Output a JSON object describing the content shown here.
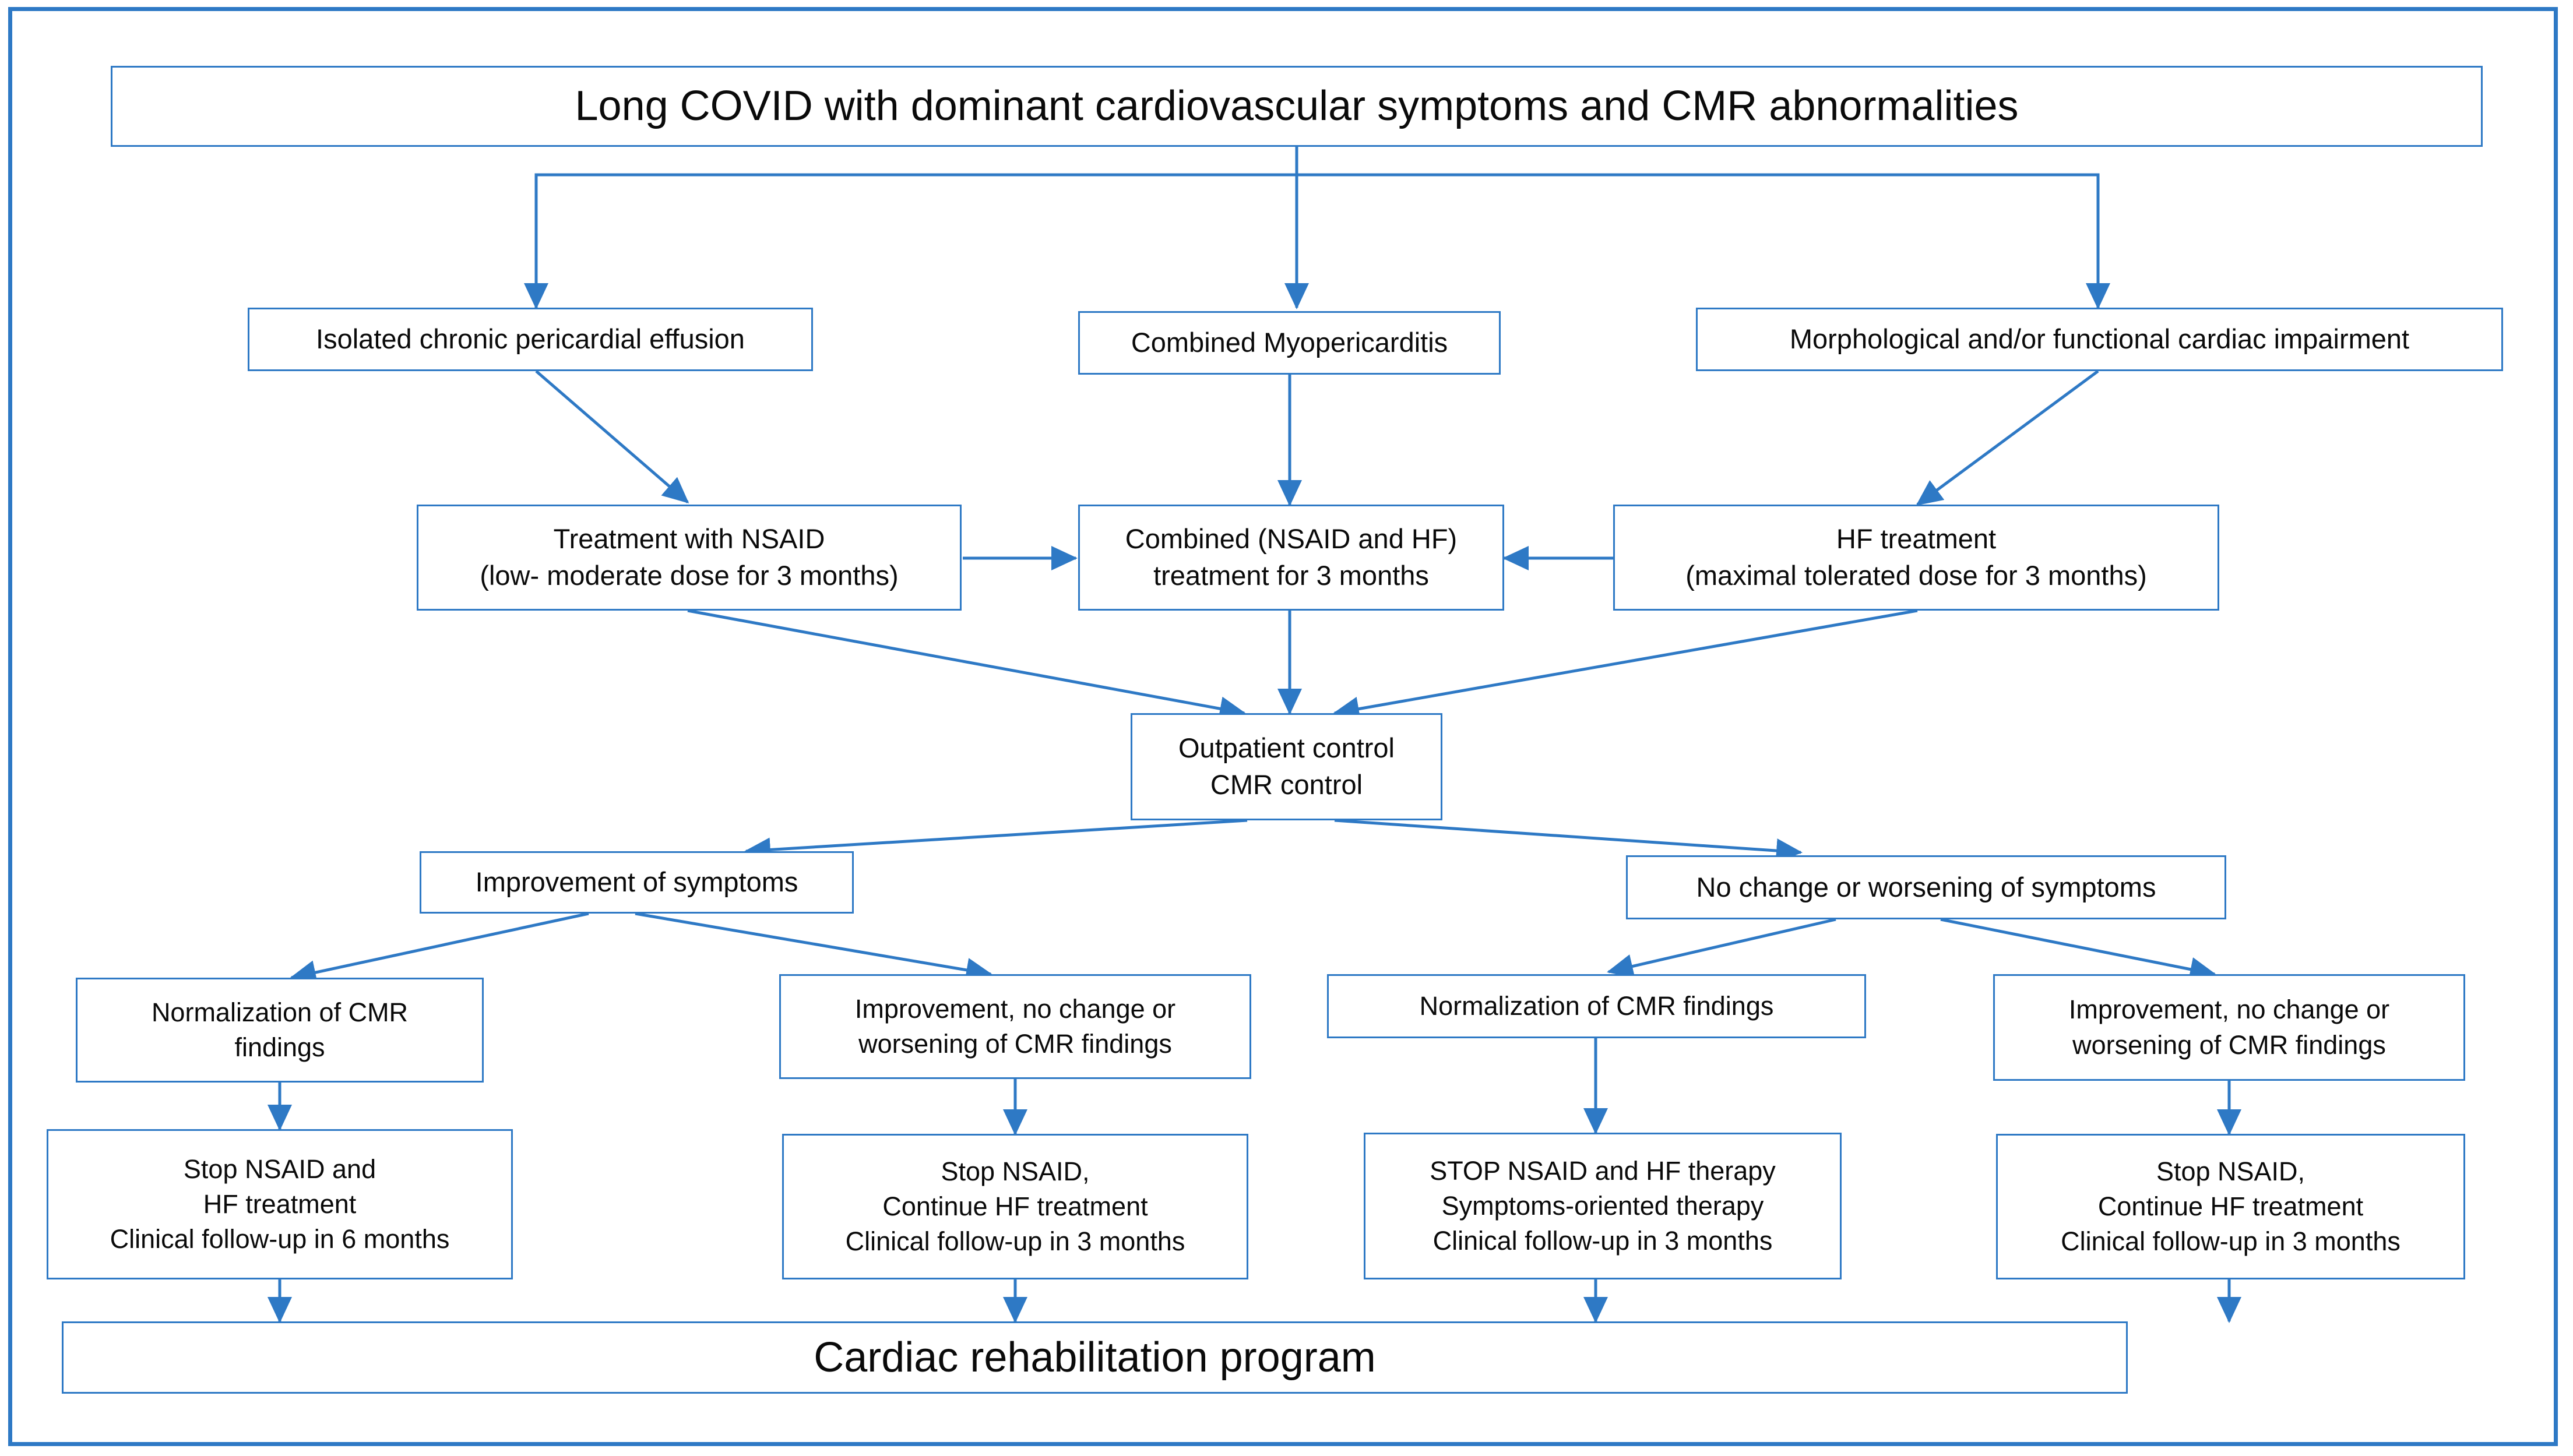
{
  "diagram": {
    "type": "flowchart",
    "title_box": {
      "id": "root",
      "lines": [
        "Long COVID with dominant cardiovascular symptoms and CMR abnormalities"
      ]
    },
    "border_color": "#2E79C5",
    "arrow_color": "#2E79C5",
    "box_border_color": "#2E79C5",
    "text_color": "#0a0a0a",
    "background_color": "#ffffff",
    "nodes": [
      {
        "id": "n1",
        "lines": [
          "Isolated chronic pericardial effusion"
        ]
      },
      {
        "id": "n2",
        "lines": [
          "Combined Myopericarditis"
        ]
      },
      {
        "id": "n3",
        "lines": [
          "Morphological and/or functional cardiac impairment"
        ]
      },
      {
        "id": "n4",
        "lines": [
          "Treatment with NSAID",
          "(low- moderate dose for 3 months)"
        ]
      },
      {
        "id": "n5",
        "lines": [
          "Combined (NSAID and HF)",
          "treatment for 3 months"
        ]
      },
      {
        "id": "n6",
        "lines": [
          "HF treatment",
          "(maximal tolerated dose for 3 months)"
        ]
      },
      {
        "id": "n7",
        "lines": [
          "Outpatient control",
          "CMR control"
        ]
      },
      {
        "id": "n8",
        "lines": [
          "Improvement of symptoms"
        ]
      },
      {
        "id": "n9",
        "lines": [
          "No change or worsening of symptoms"
        ]
      },
      {
        "id": "n10",
        "lines": [
          "Normalization of CMR",
          "findings"
        ]
      },
      {
        "id": "n11",
        "lines": [
          "Improvement, no change or",
          "worsening of CMR findings"
        ]
      },
      {
        "id": "n12",
        "lines": [
          "Normalization of CMR findings"
        ]
      },
      {
        "id": "n13",
        "lines": [
          "Improvement, no change or",
          "worsening of CMR findings"
        ]
      },
      {
        "id": "n14",
        "lines": [
          "Stop NSAID and",
          "HF treatment",
          "Clinical follow-up in 6 months"
        ]
      },
      {
        "id": "n15",
        "lines": [
          "Stop NSAID,",
          "Continue HF treatment",
          "Clinical follow-up in 3 months"
        ]
      },
      {
        "id": "n16",
        "lines": [
          "STOP NSAID and HF therapy",
          "Symptoms-oriented therapy",
          "Clinical follow-up in 3 months"
        ]
      },
      {
        "id": "n17",
        "lines": [
          "Stop NSAID,",
          "Continue HF treatment",
          "Clinical follow-up in 3 months"
        ]
      },
      {
        "id": "n18",
        "lines": [
          "Cardiac rehabilitation program"
        ]
      }
    ],
    "edges": [
      {
        "from": "root",
        "to": "n1"
      },
      {
        "from": "root",
        "to": "n2"
      },
      {
        "from": "root",
        "to": "n3"
      },
      {
        "from": "n1",
        "to": "n4"
      },
      {
        "from": "n2",
        "to": "n5"
      },
      {
        "from": "n3",
        "to": "n6"
      },
      {
        "from": "n4",
        "to": "n5"
      },
      {
        "from": "n6",
        "to": "n5"
      },
      {
        "from": "n4",
        "to": "n7"
      },
      {
        "from": "n5",
        "to": "n7"
      },
      {
        "from": "n6",
        "to": "n7"
      },
      {
        "from": "n7",
        "to": "n8"
      },
      {
        "from": "n7",
        "to": "n9"
      },
      {
        "from": "n8",
        "to": "n10"
      },
      {
        "from": "n8",
        "to": "n11"
      },
      {
        "from": "n9",
        "to": "n12"
      },
      {
        "from": "n9",
        "to": "n13"
      },
      {
        "from": "n10",
        "to": "n14"
      },
      {
        "from": "n11",
        "to": "n15"
      },
      {
        "from": "n12",
        "to": "n16"
      },
      {
        "from": "n13",
        "to": "n17"
      },
      {
        "from": "n14",
        "to": "n18"
      },
      {
        "from": "n15",
        "to": "n18"
      },
      {
        "from": "n16",
        "to": "n18"
      },
      {
        "from": "n17",
        "to": "n18"
      }
    ]
  }
}
